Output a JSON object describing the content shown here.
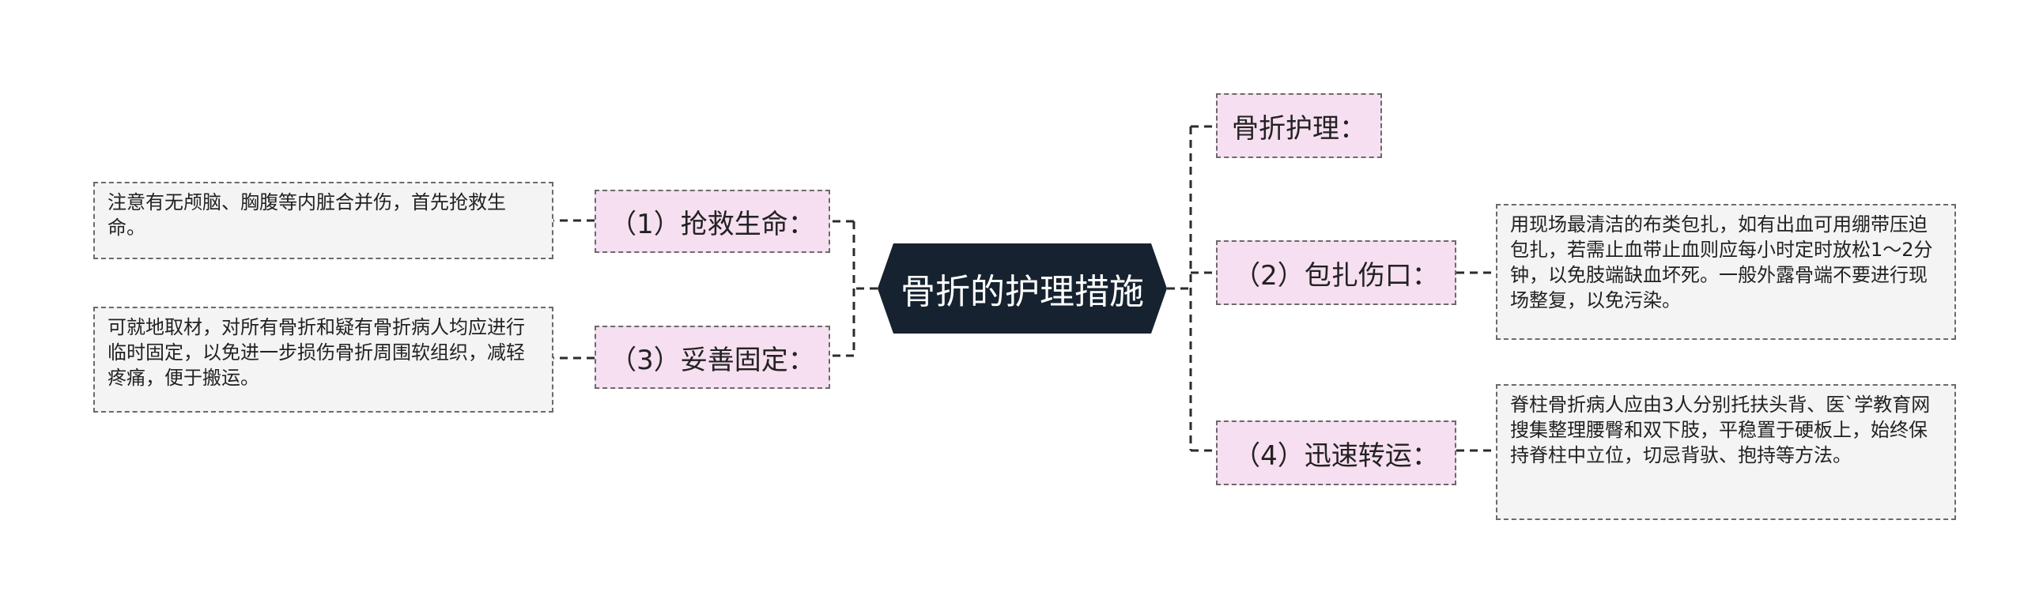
{
  "center": {
    "label": "骨折的护理措施"
  },
  "branches": {
    "title": "骨折护理：",
    "rescue": "（1）抢救生命：",
    "fixation": "（3）妥善固定：",
    "bandage": "（2）包扎伤口：",
    "transfer": "（4）迅速转运："
  },
  "details": {
    "rescue": "注意有无颅脑、胸腹等内脏合并伤，首先抢救生命。",
    "fixation": "可就地取材，对所有骨折和疑有骨折病人均应进行临时固定，以免进一步损伤骨折周围软组织，减轻疼痛，便于搬运。",
    "bandage": "用现场最清洁的布类包扎，如有出血可用绷带压迫包扎，若需止血带止血则应每小时定时放松1～2分钟，以免肢端缺血坏死。一般外露骨端不要进行现场整复，以免污染。",
    "transfer": "脊柱骨折病人应由3人分别托扶头背、医`学教育网搜集整理腰臀和双下肢，平稳置于硬板上，始终保持脊柱中立位，切忌背驮、抱持等方法。"
  },
  "colors": {
    "center_fill": "#16222f",
    "branch_fill": "#f6dff0",
    "leaf_fill": "#f4f4f4",
    "connector": "#2b2b2b"
  }
}
